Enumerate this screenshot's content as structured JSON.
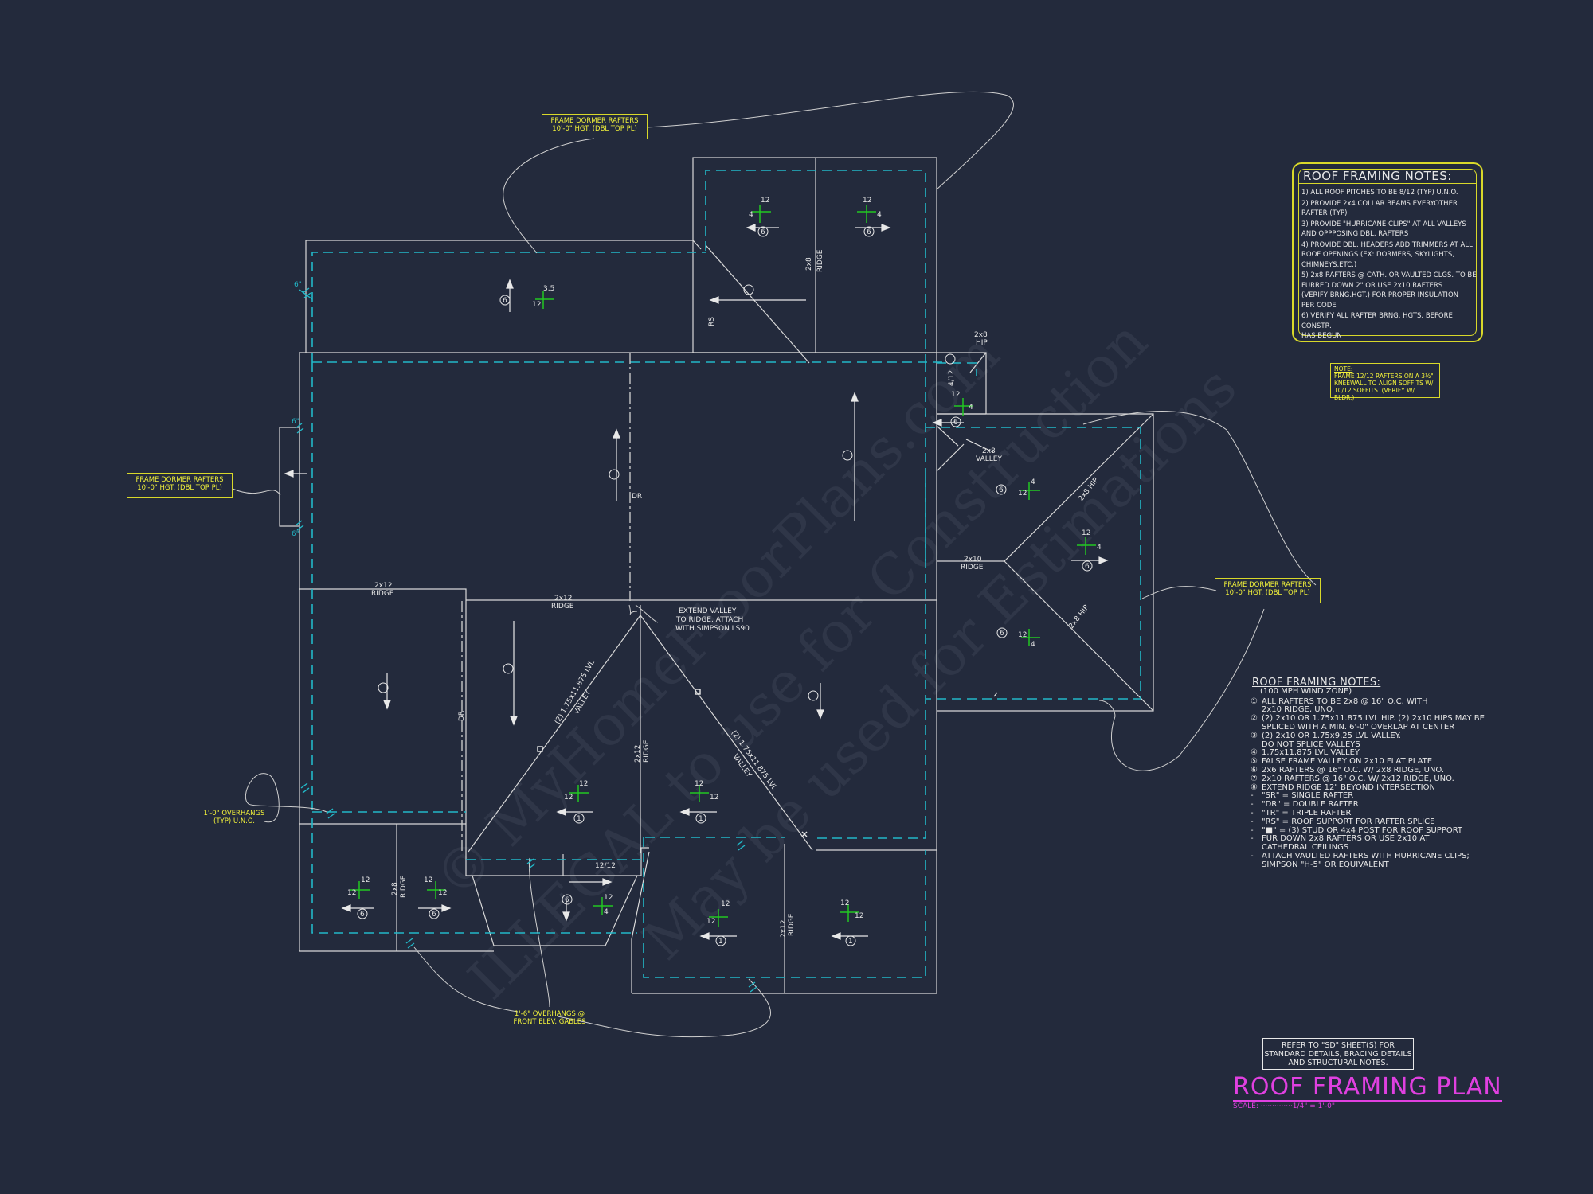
{
  "watermark": {
    "line1": "© MyHomeFloorPlans.com",
    "line2": "ILLEGAL to use for Construction",
    "line3": "May be used for Estimations"
  },
  "callouts": {
    "dormer_top": [
      "FRAME DORMER RAFTERS",
      "10'-0\" HGT. (DBL TOP PL)"
    ],
    "dormer_left": [
      "FRAME DORMER RAFTERS",
      "10'-0\" HGT. (DBL TOP PL)"
    ],
    "dormer_right": [
      "FRAME DORMER RAFTERS",
      "10'-0\" HGT. (DBL TOP PL)"
    ],
    "overhang_left": [
      "1'-0\" OVERHANGS",
      "(TYP) U.N.O."
    ],
    "overhang_front": [
      "1'-6\" OVERHANGS @",
      "FRONT ELEV. GABLES"
    ],
    "extend_valley": [
      "EXTEND VALLEY",
      "TO RIDGE. ATTACH",
      "WITH SIMPSON LS90"
    ]
  },
  "members": {
    "ridge_2x12_left": [
      "2x12",
      "RIDGE"
    ],
    "ridge_2x12_center": [
      "2x12",
      "RIDGE"
    ],
    "ridge_2x12_vert": [
      "2x12",
      "RIDGE"
    ],
    "ridge_2x12_front": [
      "2x12",
      "RIDGE"
    ],
    "ridge_2x8_top": [
      "2x8",
      "RIDGE"
    ],
    "ridge_2x8_front": [
      "2x8",
      "RIDGE"
    ],
    "ridge_2x10": [
      "2x10",
      "RIDGE"
    ],
    "hip_2x8": [
      "2x8",
      "HIP"
    ],
    "valley_2x8": [
      "2x8",
      "VALLEY"
    ],
    "hip_diag_1": "2x8 HIP",
    "hip_diag_2": "2x8 HIP",
    "lvl_valley_1": [
      "(2) 1.75x11.875 LVL",
      "VALLEY"
    ],
    "lvl_valley_2": [
      "(2) 1.75x11.875 LVL",
      "VALLEY"
    ],
    "rs": "RS",
    "dr1": "DR",
    "dr2": "DR",
    "pitch_12_12": "12/12",
    "dim_6_a": "6\"",
    "dim_6_b": "6\"",
    "dim_6_c": "6\"",
    "pitch_4_12": "4/12"
  },
  "pitches": [
    {
      "rise": "4",
      "run": "12",
      "tag": "6"
    },
    {
      "rise": "4",
      "run": "12",
      "tag": "6"
    },
    {
      "rise": "3.5",
      "run": "12",
      "tag": "6"
    },
    {
      "rise": "4",
      "run": "12",
      "tag": "6"
    },
    {
      "rise": "4",
      "run": "12",
      "tag": "6"
    },
    {
      "rise": "4",
      "run": "12",
      "tag": "6"
    },
    {
      "rise": "4",
      "run": "12",
      "tag": "6"
    },
    {
      "rise": "12",
      "run": "12",
      "tag": "1"
    },
    {
      "rise": "12",
      "run": "12",
      "tag": "1"
    },
    {
      "rise": "12",
      "run": "12",
      "tag": "6"
    },
    {
      "rise": "12",
      "run": "12",
      "tag": "6"
    },
    {
      "rise": "4",
      "run": "12",
      "tag": "6"
    },
    {
      "rise": "12",
      "run": "12",
      "tag": "1"
    },
    {
      "rise": "12",
      "run": "12",
      "tag": "1"
    }
  ],
  "roof_notes_box": {
    "title": "ROOF FRAMING NOTES:",
    "items": [
      "1) ALL ROOF PITCHES TO BE 8/12 (TYP) U.N.O.",
      "2) PROVIDE 2x4 COLLAR BEAMS EVERYOTHER\nRAFTER (TYP)",
      "3) PROVIDE \"HURRICANE CLIPS\" AT ALL VALLEYS\nAND OPPPOSING DBL. RAFTERS",
      "4) PROVIDE DBL. HEADERS ABD TRIMMERS AT ALL\nROOF OPENINGS (EX: DORMERS, SKYLIGHTS,\nCHIMNEYS,ETC.)",
      "5) 2x8 RAFTERS @ CATH. OR VAULTED CLGS. TO BE\nFURRED DOWN 2\" OR USE 2x10 RAFTERS\n(VERIFY BRNG.HGT.) FOR PROPER INSULATION\nPER CODE",
      "6) VERIFY ALL RAFTER BRNG. HGTS. BEFORE CONSTR.\nHAS BEGUN"
    ]
  },
  "note_box": {
    "title": "NOTE:",
    "text": "FRAME 12/12 RAFTERS ON A 3½\" KNEEWALL TO ALIGN SOFFITS W/ 10/12 SOFFITS. (VERIFY W/ BLDR.)"
  },
  "legend": {
    "title": "ROOF FRAMING NOTES:",
    "subtitle": "(100 MPH WIND ZONE)",
    "items": [
      {
        "mark": "①",
        "text": "ALL RAFTERS TO BE 2x8 @ 16\" O.C. WITH\n2x10 RIDGE, UNO."
      },
      {
        "mark": "②",
        "text": "(2) 2x10 OR 1.75x11.875 LVL HIP. (2) 2x10 HIPS MAY BE\nSPLICED WITH A MIN. 6'-0\" OVERLAP AT CENTER"
      },
      {
        "mark": "③",
        "text": "(2) 2x10 OR 1.75x9.25 LVL VALLEY.\nDO NOT SPLICE VALLEYS"
      },
      {
        "mark": "④",
        "text": "1.75x11.875 LVL VALLEY"
      },
      {
        "mark": "⑤",
        "text": "FALSE FRAME VALLEY ON 2x10 FLAT PLATE"
      },
      {
        "mark": "⑥",
        "text": "2x6 RAFTERS @ 16\" O.C. W/ 2x8 RIDGE, UNO."
      },
      {
        "mark": "⑦",
        "text": "2x10 RAFTERS @ 16\" O.C. W/ 2x12 RIDGE, UNO."
      },
      {
        "mark": "⑧",
        "text": "EXTEND RIDGE 12\" BEYOND INTERSECTION"
      },
      {
        "mark": "-",
        "text": "\"SR\" = SINGLE RAFTER"
      },
      {
        "mark": "-",
        "text": "\"DR\" = DOUBLE RAFTER"
      },
      {
        "mark": "-",
        "text": "\"TR\" = TRIPLE RAFTER"
      },
      {
        "mark": "-",
        "text": "\"RS\" = ROOF SUPPORT FOR RAFTER SPLICE"
      },
      {
        "mark": "-",
        "text": "\"■\" = (3) STUD OR 4x4 POST FOR ROOF SUPPORT"
      },
      {
        "mark": "-",
        "text": "FUR DOWN 2x8 RAFTERS OR USE 2x10 AT\nCATHEDRAL CEILINGS"
      },
      {
        "mark": "-",
        "text": "ATTACH VAULTED RAFTERS WITH HURRICANE CLIPS;\nSIMPSON \"H-5\" OR EQUIVALENT"
      }
    ]
  },
  "reference": "REFER TO \"SD\" SHEET(S) FOR STANDARD DETAILS, BRACING DETAILS AND STRUCTURAL NOTES.",
  "plan_title": "ROOF FRAMING PLAN",
  "plan_scale": "SCALE: ··············1/4\" = 1'-0\""
}
